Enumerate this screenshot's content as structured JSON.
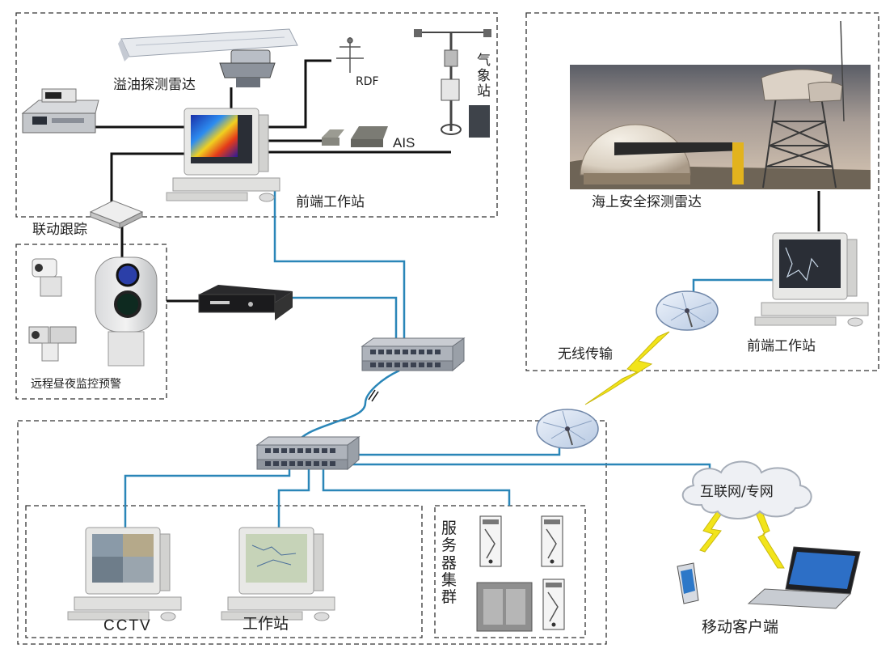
{
  "labels": {
    "spill_radar": "溢油探测雷达",
    "rdf": "RDF",
    "weather_station": "气\n象\n站",
    "ais": "AIS",
    "frontend_ws_left": "前端工作站",
    "link_tracking": "联动跟踪",
    "remote_monitor": "远程昼夜监控预警",
    "sea_radar": "海上安全探测雷达",
    "frontend_ws_right": "前端工作站",
    "wireless": "无线传输",
    "internet": "互联网/专网",
    "server_cluster": "服\n务\n器\n集\n群",
    "cctv": "CCTV",
    "workstation": "工作站",
    "mobile_client": "移动客户端"
  },
  "colors": {
    "link": "#2a86b8",
    "lightning": "#f2e41a",
    "border": "#333333"
  },
  "icons": [
    "radar-antenna-icon",
    "radar-pedestal-icon",
    "rdf-antenna-icon",
    "weather-mast-icon",
    "receiver-unit-icon",
    "monitor-icon",
    "ais-unit-icon",
    "router-icon",
    "camera-icon",
    "dvr-icon",
    "network-switch-icon",
    "satellite-dish-icon",
    "cloud-icon",
    "server-icon",
    "pda-icon",
    "laptop-icon",
    "radome-icon",
    "radar-tower-icon"
  ]
}
